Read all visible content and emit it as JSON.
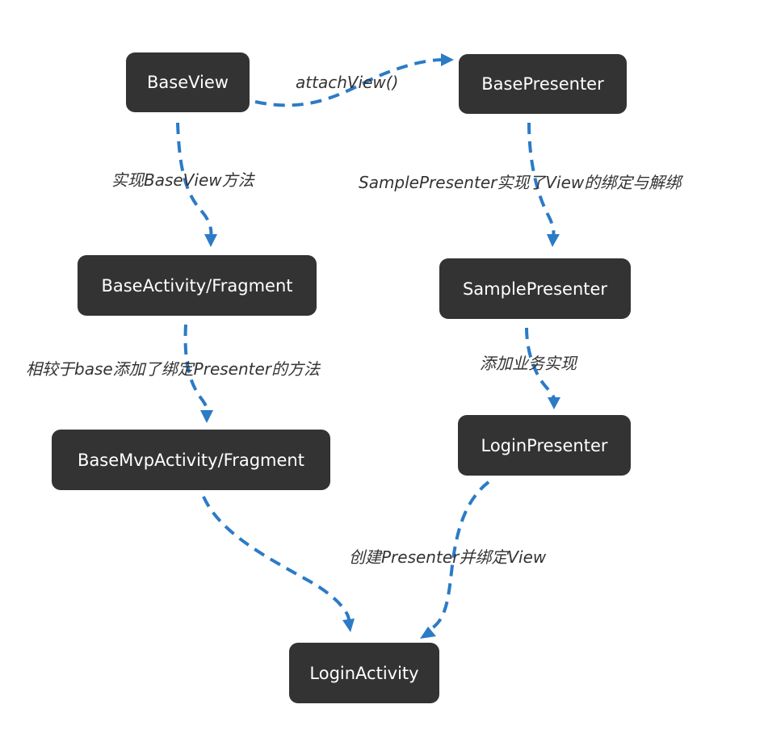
{
  "diagram": {
    "edge_color": "#2b7bc6",
    "node_color": "#333333",
    "nodes": {
      "baseview": "BaseView",
      "basepresenter": "BasePresenter",
      "baseactivity": "BaseActivity/Fragment",
      "samplepresenter": "SamplePresenter",
      "basemvpactivity": "BaseMvpActivity/Fragment",
      "loginpresenter": "LoginPresenter",
      "loginactivity": "LoginActivity"
    },
    "edges": {
      "attach_view": "attachView()",
      "implement_baseview": "实现BaseView方法",
      "sample_binds_view": "SamplePresenter实现了View的绑定与解绑",
      "add_bind_presenter": "相较于base添加了绑定Presenter的方法",
      "add_business": "添加业务实现",
      "create_presenter_bind_view": "创建Presenter并绑定View"
    }
  }
}
